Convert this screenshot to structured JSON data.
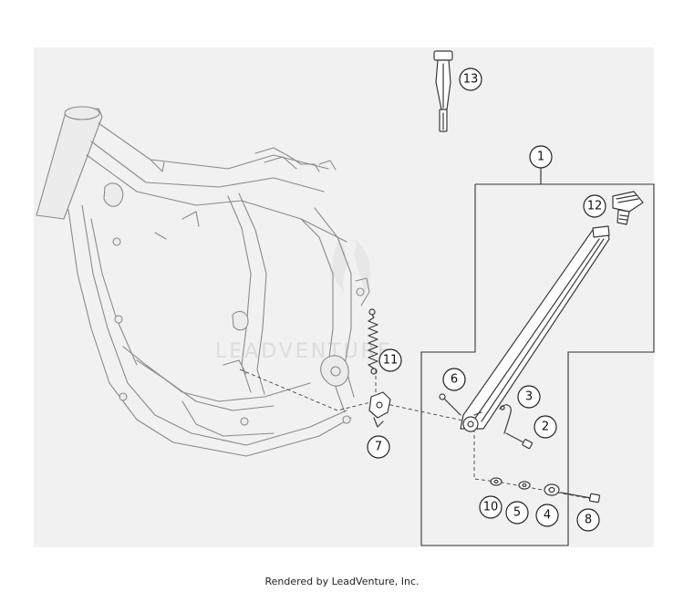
{
  "diagram": {
    "callouts": [
      "1",
      "2",
      "3",
      "4",
      "5",
      "6",
      "7",
      "8",
      "10",
      "11",
      "12",
      "13"
    ],
    "watermark": "LEADVENTURE"
  },
  "footer": {
    "credit": "Rendered by LeadVenture, Inc."
  },
  "colors": {
    "panel": "#f1f1f1",
    "frame": "#8a8a8a",
    "parts": "#3a3a3a"
  }
}
